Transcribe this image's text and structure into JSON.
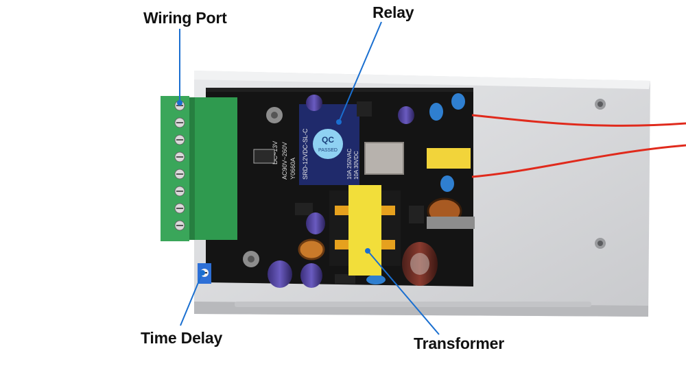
{
  "labels": {
    "wiring_port": "Wiring Port",
    "relay": "Relay",
    "time_delay": "Time Delay",
    "transformer": "Transformer"
  },
  "board_print": {
    "relay_model": "SRD-12VDC-SL-C",
    "relay_rating_1": "10A 250VAC",
    "relay_rating_2": "10A 30VDC",
    "qc_text": "QC",
    "passed_text": "PASSED",
    "input_rating": "AC90V~260V",
    "output_rating": "DC~13V",
    "model_code": "Y0660A"
  },
  "colors": {
    "callout_line": "#1a6fd0",
    "housing": "#d9dadc",
    "pcb": "#141414",
    "terminal": "#3aa65a",
    "transformer": "#f2de3a",
    "wire": "#e02a1c"
  }
}
